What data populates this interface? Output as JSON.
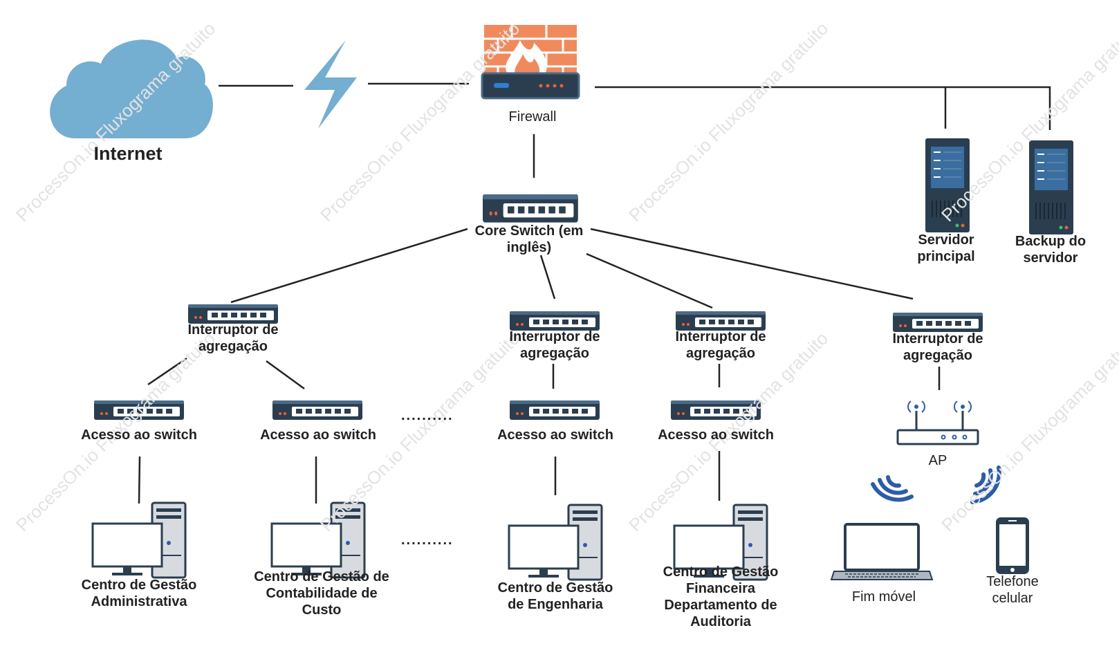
{
  "labels": {
    "internet": "Internet",
    "firewall": "Firewall",
    "core_switch": "Core Switch (em\ninglês)",
    "server_main": "Servidor\nprincipal",
    "server_backup": "Backup do\nservidor",
    "agg": "Interruptor de\nagregação",
    "access": "Acesso ao switch",
    "ap": "AP",
    "ellipsis": "..........",
    "dept_admin": "Centro de Gestão\nAdministrativa",
    "dept_cost": "Centro de Gestão de\nContabilidade de\nCusto",
    "dept_eng": "Centro de Gestão\nde Engenharia",
    "dept_fin": "Centro de Gestão\nFinanceira\nDepartamento de\nAuditoria",
    "mobile": "Fim móvel",
    "phone": "Telefone\ncelular"
  },
  "watermark": "ProcessOn.io Fluxograma gratuito",
  "colors": {
    "cloud": "#74aed0",
    "device": "#2b3e50",
    "device_edge": "#4a6b88",
    "port": "#ffffff",
    "firewall_brick": "#f08a5d",
    "firewall_flame": "#f08a5d",
    "line": "#222222",
    "wifi": "#2d5ca8",
    "led_orange": "#e8623a"
  }
}
